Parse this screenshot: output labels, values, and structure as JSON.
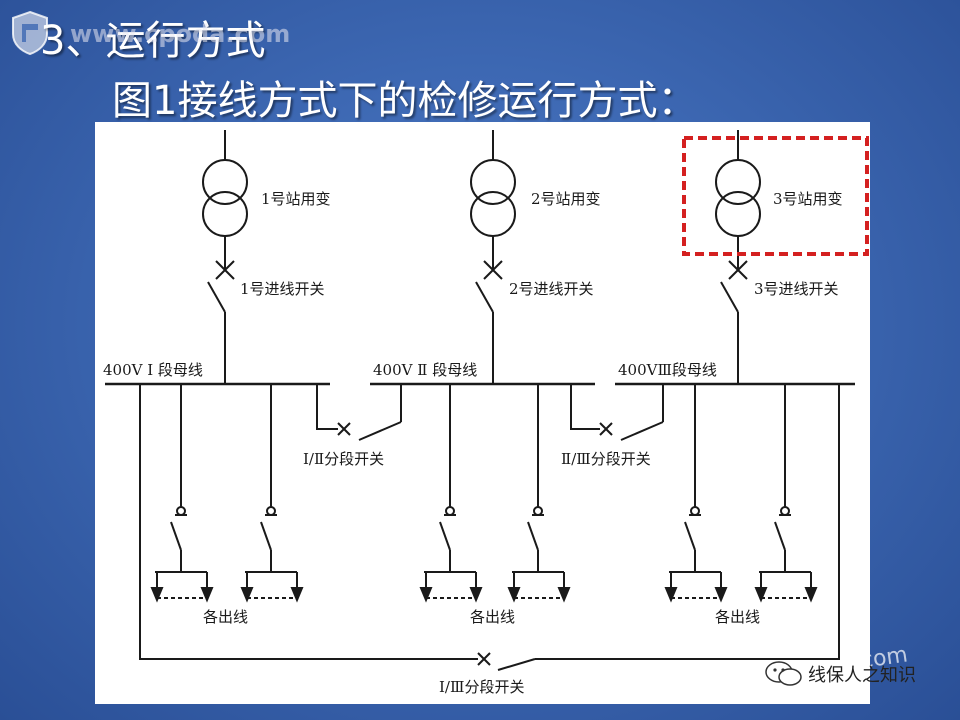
{
  "slide": {
    "heading": "3、运行方式",
    "subheading": "图1接线方式下的检修运行方式：",
    "watermark_top": "www.cpoda.com",
    "watermark_bottom_text": "线保人之知识",
    "watermark_bottom_url": "d.com"
  },
  "diagram": {
    "transformers": [
      "1号站用变",
      "2号站用变",
      "3号站用变"
    ],
    "incoming_switches": [
      "1号进线开关",
      "2号进线开关",
      "3号进线开关"
    ],
    "busbars": [
      "400V Ⅰ 段母线",
      "400V Ⅱ 段母线",
      "400VⅢ段母线"
    ],
    "tie_switches": [
      "Ⅰ/Ⅱ分段开关",
      "Ⅱ/Ⅲ分段开关",
      "Ⅰ/Ⅲ分段开关"
    ],
    "feeder_group_label": "各出线",
    "highlight_color": "#d42020",
    "line_color": "#1a1a1a"
  }
}
